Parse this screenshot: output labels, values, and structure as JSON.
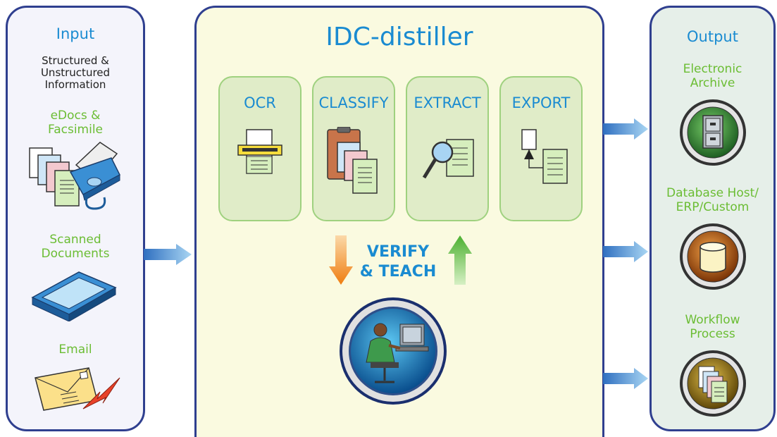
{
  "input": {
    "title": "Input",
    "subtitle_lines": [
      "Structured &",
      "Unstructured",
      "Information"
    ],
    "edocs_lines": [
      "eDocs &",
      "Facsimile"
    ],
    "scanned_lines": [
      "Scanned",
      "Documents"
    ],
    "email": "Email"
  },
  "main": {
    "title": "IDC-distiller",
    "stages": [
      {
        "label": "OCR",
        "icon": "ocr-scanner-icon"
      },
      {
        "label": "CLASSIFY",
        "icon": "clipboard-documents-icon"
      },
      {
        "label": "EXTRACT",
        "icon": "magnifier-document-icon"
      },
      {
        "label": "EXPORT",
        "icon": "export-document-icon"
      }
    ],
    "verify_lines": [
      "VERIFY",
      "& TEACH"
    ],
    "operator_icon": "operator-workstation-icon"
  },
  "output": {
    "title": "Output",
    "items": [
      {
        "lines": [
          "Electronic",
          "Archive"
        ],
        "icon": "file-cabinet-icon"
      },
      {
        "lines": [
          "Database Host/",
          "ERP/Custom"
        ],
        "icon": "database-cylinder-icon"
      },
      {
        "lines": [
          "Workflow",
          "Process"
        ],
        "icon": "document-stack-icon"
      }
    ]
  },
  "colors": {
    "panel_border": "#2f3f8f",
    "heading_blue": "#1a8bd1",
    "label_green": "#6bbd34",
    "stage_fill": "#e0ecc8",
    "arrow_blue": "#5fa8dc",
    "arrow_orange": "#f08a1c",
    "arrow_green": "#5dba3b"
  }
}
